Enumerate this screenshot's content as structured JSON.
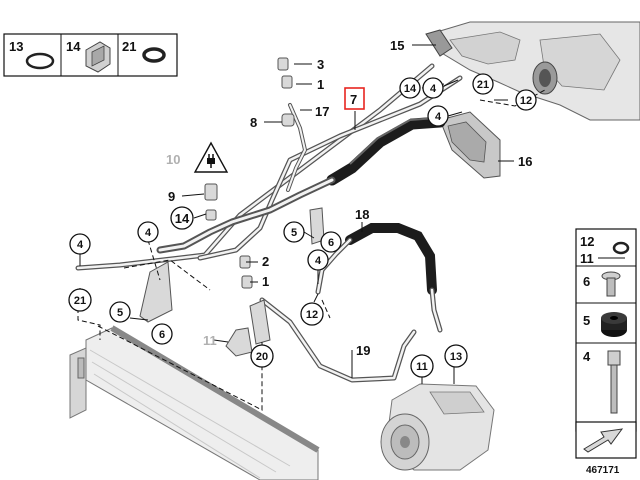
{
  "legend_top": [
    {
      "num": "13",
      "icon": "o-ring-icon"
    },
    {
      "num": "14",
      "icon": "clip-bracket-icon"
    },
    {
      "num": "21",
      "icon": "seal-ring-icon"
    }
  ],
  "legend_right": [
    {
      "num": "12",
      "icon": "o-ring-icon"
    },
    {
      "num": "11",
      "icon": ""
    },
    {
      "num": "6",
      "icon": "screw-icon"
    },
    {
      "num": "5",
      "icon": "grommet-icon"
    },
    {
      "num": "4",
      "icon": "bolt-icon"
    }
  ],
  "callouts": [
    {
      "id": "c1",
      "text": "1"
    },
    {
      "id": "c3",
      "text": "3"
    },
    {
      "id": "c17",
      "text": "17"
    },
    {
      "id": "c8",
      "text": "8"
    },
    {
      "id": "c7",
      "text": "7"
    },
    {
      "id": "c15",
      "text": "15"
    },
    {
      "id": "c14a",
      "text": "14"
    },
    {
      "id": "c4a",
      "text": "4"
    },
    {
      "id": "c21a",
      "text": "21"
    },
    {
      "id": "c12a",
      "text": "12"
    },
    {
      "id": "c4b",
      "text": "4"
    },
    {
      "id": "c16",
      "text": "16"
    },
    {
      "id": "c10",
      "text": "10"
    },
    {
      "id": "c9",
      "text": "9"
    },
    {
      "id": "c14b",
      "text": "14"
    },
    {
      "id": "c18",
      "text": "18"
    },
    {
      "id": "c5a",
      "text": "5"
    },
    {
      "id": "c6a",
      "text": "6"
    },
    {
      "id": "c4c",
      "text": "4"
    },
    {
      "id": "c4d",
      "text": "4"
    },
    {
      "id": "c4e",
      "text": "4"
    },
    {
      "id": "c2",
      "text": "2"
    },
    {
      "id": "c1b",
      "text": "1"
    },
    {
      "id": "c21b",
      "text": "21"
    },
    {
      "id": "c5b",
      "text": "5"
    },
    {
      "id": "c6b",
      "text": "6"
    },
    {
      "id": "c12b",
      "text": "12"
    },
    {
      "id": "c20",
      "text": "20"
    },
    {
      "id": "c11a",
      "text": "11"
    },
    {
      "id": "c19",
      "text": "19"
    },
    {
      "id": "c11b",
      "text": "11"
    },
    {
      "id": "c13",
      "text": "13"
    }
  ],
  "diagram_id": "467171",
  "colors": {
    "line": "#111111",
    "pipe": "#555555",
    "highlight": "#e8251f",
    "muted": "#b0b0b0"
  }
}
